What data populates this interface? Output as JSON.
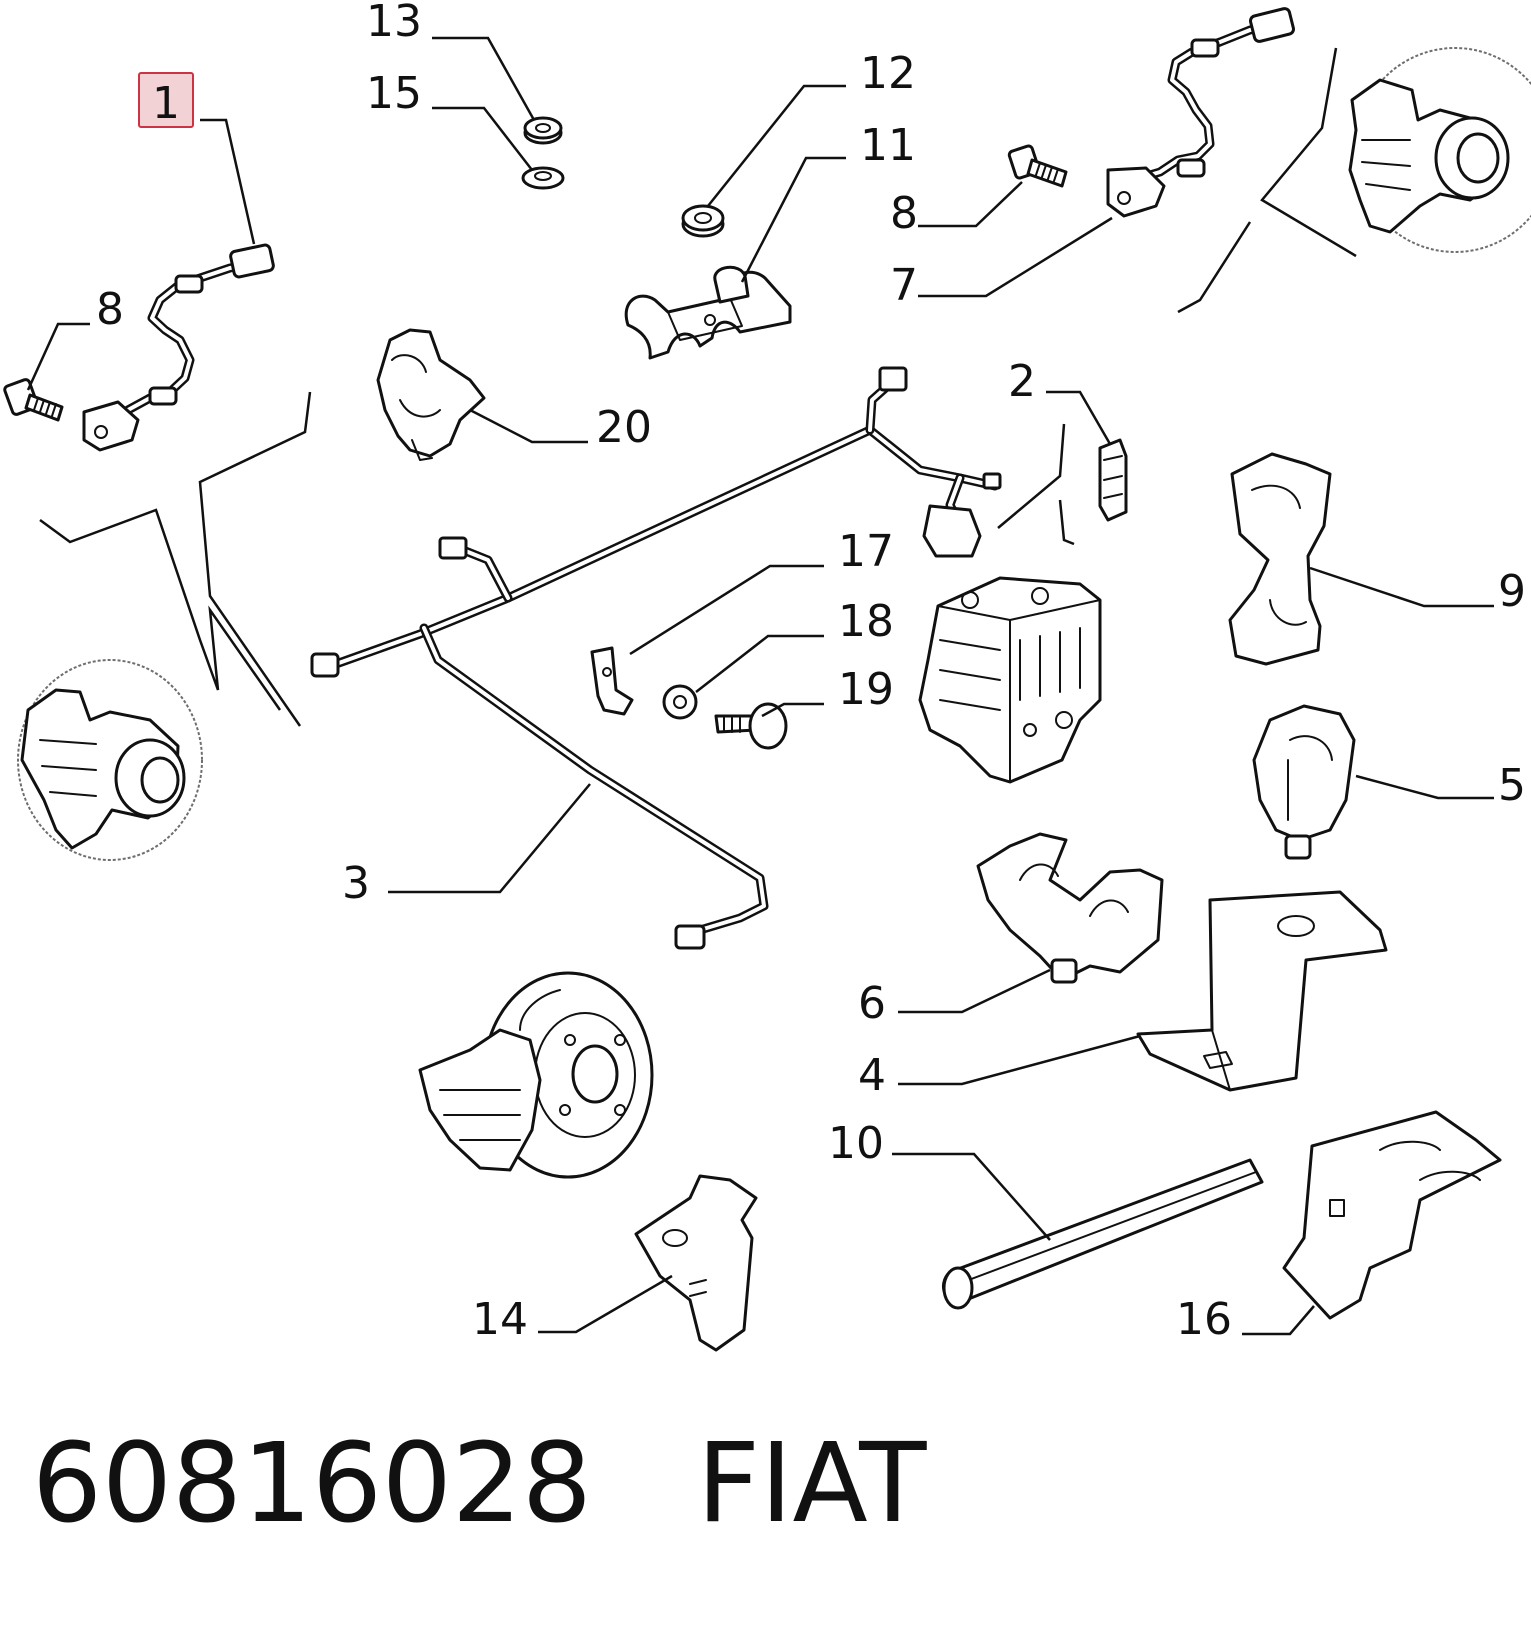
{
  "callouts": [
    {
      "id": "c1",
      "label": "1",
      "highlight": true
    },
    {
      "id": "c2",
      "label": "2"
    },
    {
      "id": "c3",
      "label": "3"
    },
    {
      "id": "c4",
      "label": "4"
    },
    {
      "id": "c5",
      "label": "5"
    },
    {
      "id": "c6",
      "label": "6"
    },
    {
      "id": "c7",
      "label": "7"
    },
    {
      "id": "c8a",
      "label": "8"
    },
    {
      "id": "c8b",
      "label": "8"
    },
    {
      "id": "c9",
      "label": "9"
    },
    {
      "id": "c10",
      "label": "10"
    },
    {
      "id": "c11",
      "label": "11"
    },
    {
      "id": "c12",
      "label": "12"
    },
    {
      "id": "c13",
      "label": "13"
    },
    {
      "id": "c14",
      "label": "14"
    },
    {
      "id": "c15",
      "label": "15"
    },
    {
      "id": "c16",
      "label": "16"
    },
    {
      "id": "c17",
      "label": "17"
    },
    {
      "id": "c18",
      "label": "18"
    },
    {
      "id": "c19",
      "label": "19"
    },
    {
      "id": "c20",
      "label": "20"
    }
  ],
  "footer": {
    "part_number": "60816028",
    "brand": "FIAT"
  },
  "colors": {
    "highlight_fill": "#f3d2d6",
    "highlight_border": "#cc3344"
  }
}
